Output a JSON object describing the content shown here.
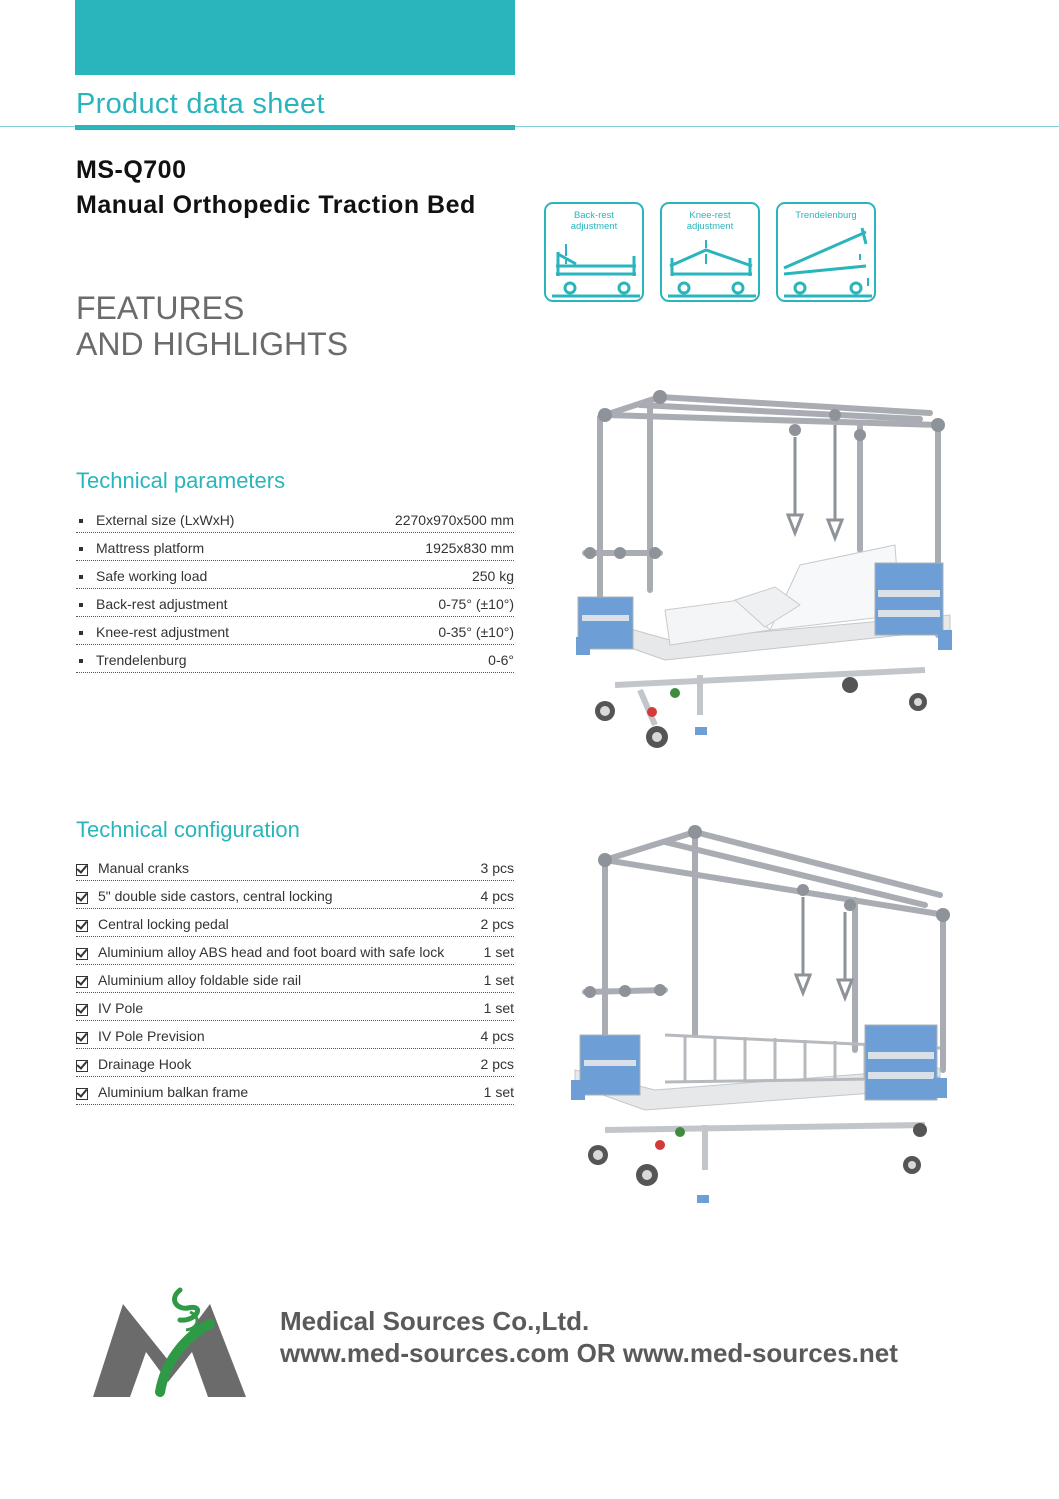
{
  "header": {
    "title": "Product data sheet"
  },
  "product": {
    "model": "MS-Q700",
    "name": "Manual Orthopedic Traction Bed"
  },
  "features": {
    "line1": "FEATURES",
    "line2": "AND HIGHLIGHTS"
  },
  "icons": [
    {
      "label_line1": "Back-rest",
      "label_line2": "adjustment",
      "icon": "back-rest-adjustment-icon"
    },
    {
      "label_line1": "Knee-rest",
      "label_line2": "adjustment",
      "icon": "knee-rest-adjustment-icon"
    },
    {
      "label_line1": "Trendelenburg",
      "label_line2": "",
      "icon": "trendelenburg-icon"
    }
  ],
  "parameters": {
    "title": "Technical parameters",
    "rows": [
      {
        "label": "External size (LxWxH)",
        "value": "2270x970x500 mm"
      },
      {
        "label": "Mattress platform",
        "value": "1925x830 mm"
      },
      {
        "label": "Safe working load",
        "value": "250 kg"
      },
      {
        "label": "Back-rest adjustment",
        "value": "0-75° (±10°)"
      },
      {
        "label": "Knee-rest adjustment",
        "value": "0-35° (±10°)"
      },
      {
        "label": "Trendelenburg",
        "value": "0-6°"
      }
    ]
  },
  "configuration": {
    "title": "Technical configuration",
    "rows": [
      {
        "label": "Manual cranks",
        "value": "3 pcs"
      },
      {
        "label": "5\" double side castors, central locking",
        "value": "4 pcs"
      },
      {
        "label": "Central locking pedal",
        "value": "2 pcs"
      },
      {
        "label": "Aluminium alloy ABS head and foot board with safe lock",
        "value": "1 set"
      },
      {
        "label": "Aluminium alloy foldable side rail",
        "value": "1 set"
      },
      {
        "label": "IV Pole",
        "value": "1 set"
      },
      {
        "label": "IV Pole Prevision",
        "value": "4 pcs"
      },
      {
        "label": "Drainage Hook",
        "value": "2 pcs"
      },
      {
        "label": "Aluminium balkan frame",
        "value": "1 set"
      }
    ]
  },
  "footer": {
    "company": "Medical Sources Co.,Ltd.",
    "websites": "www.med-sources.com OR www.med-sources.net"
  },
  "colors": {
    "accent": "#2ab5bd",
    "bed_blue": "#6d9fd6",
    "logo_green": "#2e9a46",
    "logo_gray": "#6b6b6b"
  }
}
